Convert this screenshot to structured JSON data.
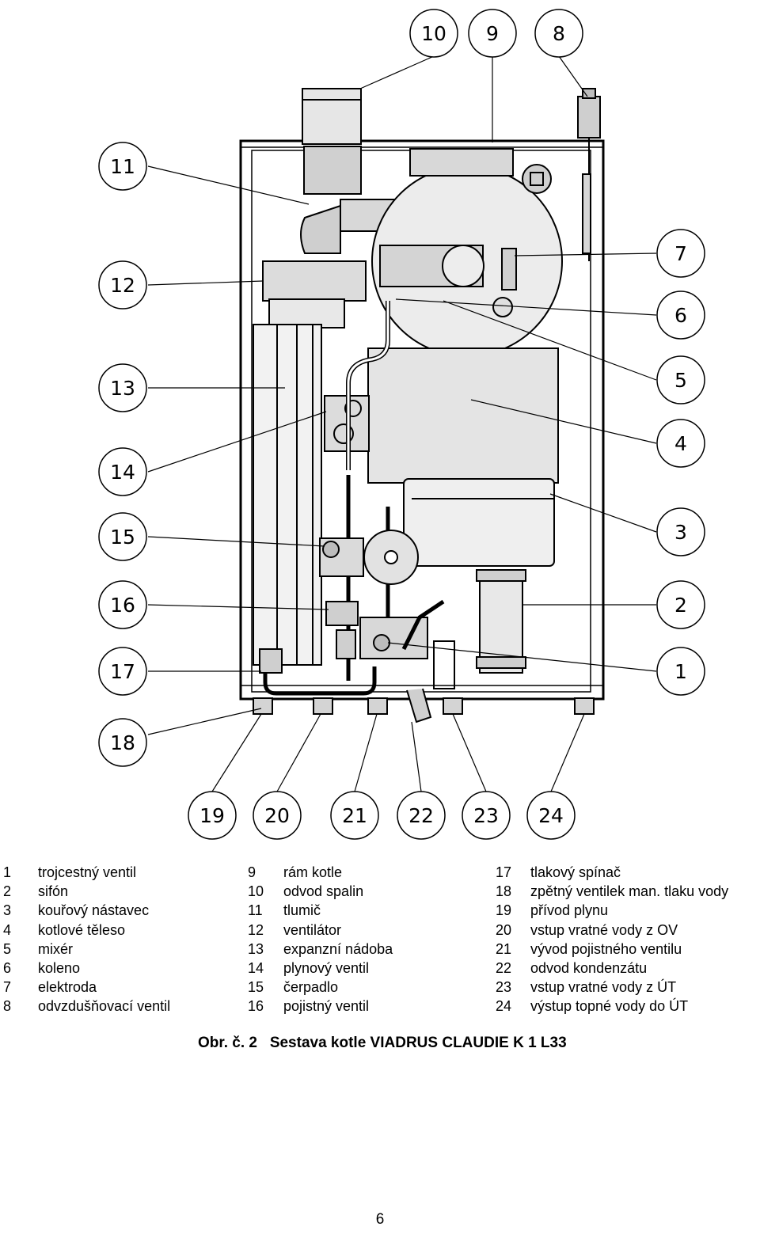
{
  "callouts": [
    {
      "n": "1",
      "label": "1"
    },
    {
      "n": "2",
      "label": "2"
    },
    {
      "n": "3",
      "label": "3"
    },
    {
      "n": "4",
      "label": "4"
    },
    {
      "n": "5",
      "label": "5"
    },
    {
      "n": "6",
      "label": "6"
    },
    {
      "n": "7",
      "label": "7"
    },
    {
      "n": "8",
      "label": "8"
    },
    {
      "n": "9",
      "label": "9"
    },
    {
      "n": "10",
      "label": "10"
    },
    {
      "n": "11",
      "label": "11"
    },
    {
      "n": "12",
      "label": "12"
    },
    {
      "n": "13",
      "label": "13"
    },
    {
      "n": "14",
      "label": "14"
    },
    {
      "n": "15",
      "label": "15"
    },
    {
      "n": "16",
      "label": "16"
    },
    {
      "n": "17",
      "label": "17"
    },
    {
      "n": "18",
      "label": "18"
    },
    {
      "n": "19",
      "label": "19"
    },
    {
      "n": "20",
      "label": "20"
    },
    {
      "n": "21",
      "label": "21"
    },
    {
      "n": "22",
      "label": "22"
    },
    {
      "n": "23",
      "label": "23"
    },
    {
      "n": "24",
      "label": "24"
    }
  ],
  "legend": {
    "col1": [
      {
        "num": "1",
        "text": "trojcestný ventil"
      },
      {
        "num": "2",
        "text": "sifón"
      },
      {
        "num": "3",
        "text": "kouřový nástavec"
      },
      {
        "num": "4",
        "text": "kotlové těleso"
      },
      {
        "num": "5",
        "text": "mixér"
      },
      {
        "num": "6",
        "text": "koleno"
      },
      {
        "num": "7",
        "text": "elektroda"
      },
      {
        "num": "8",
        "text": "odvzdušňovací ventil"
      }
    ],
    "col2": [
      {
        "num": "9",
        "text": "rám kotle"
      },
      {
        "num": "10",
        "text": "odvod spalin"
      },
      {
        "num": "11",
        "text": "tlumič"
      },
      {
        "num": "12",
        "text": "ventilátor"
      },
      {
        "num": "13",
        "text": "expanzní nádoba"
      },
      {
        "num": "14",
        "text": "plynový ventil"
      },
      {
        "num": "15",
        "text": "čerpadlo"
      },
      {
        "num": "16",
        "text": "pojistný ventil"
      }
    ],
    "col3": [
      {
        "num": "17",
        "text": "tlakový spínač"
      },
      {
        "num": "18",
        "text": "zpětný ventilek man. tlaku vody"
      },
      {
        "num": "19",
        "text": "přívod plynu"
      },
      {
        "num": "20",
        "text": "vstup vratné vody z OV"
      },
      {
        "num": "21",
        "text": "vývod pojistného ventilu"
      },
      {
        "num": "22",
        "text": "odvod kondenzátu"
      },
      {
        "num": "23",
        "text": "vstup vratné vody z ÚT"
      },
      {
        "num": "24",
        "text": "výstup topné vody do ÚT"
      }
    ]
  },
  "caption": "Obr. č. 2   Sestava kotle VIADRUS CLAUDIE K 1 L33",
  "page_number": "6"
}
